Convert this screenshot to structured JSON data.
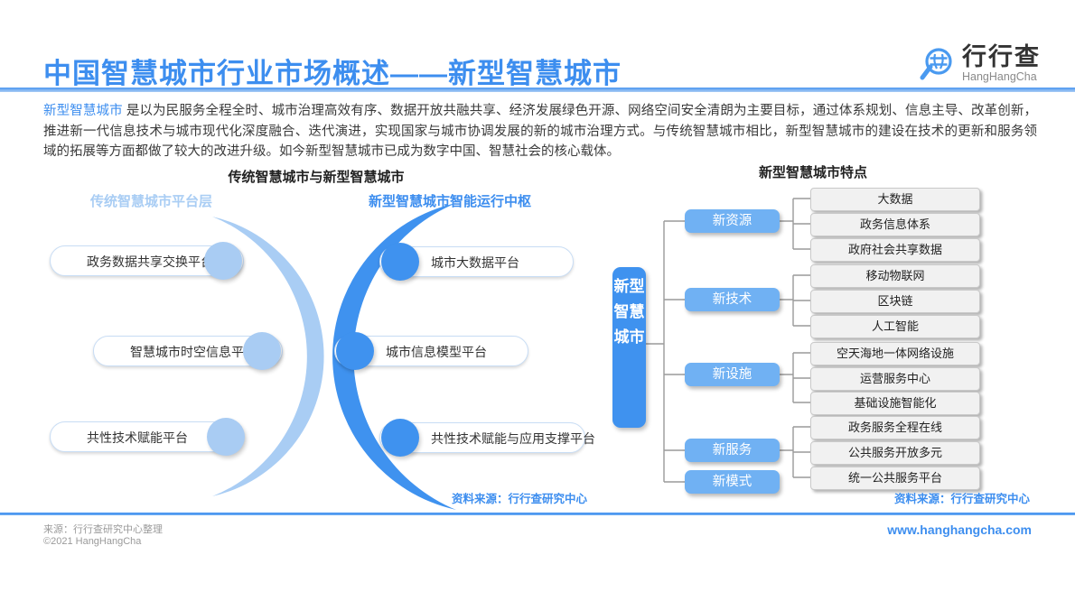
{
  "header": {
    "title": "中国智慧城市行业市场概述——新型智慧城市",
    "logo": {
      "name": "行行查",
      "subtitle": "HangHangCha"
    }
  },
  "intro": {
    "highlight": "新型智慧城市 ",
    "body": "是以为民服务全程全时、城市治理高效有序、数据开放共融共享、经济发展绿色开源、网络空间安全清朗为主要目标，通过体系规划、信息主导、改革创新，推进新一代信息技术与城市现代化深度融合、迭代演进，实现国家与城市协调发展的新的城市治理方式。与传统智慧城市相比，新型智慧城市的建设在技术的更新和服务领域的拓展等方面都做了较大的改进升级。如今新型智慧城市已成为数字中国、智慧社会的核心载体。"
  },
  "left_diagram": {
    "title": "传统智慧城市与新型智慧城市",
    "left_label": "传统智慧城市平台层",
    "right_label": "新型智慧城市智能运行中枢",
    "left_pills": [
      "政务数据共享交换平台",
      "智慧城市时空信息平台",
      "共性技术赋能平台"
    ],
    "right_pills": [
      "城市大数据平台",
      "城市信息模型平台",
      "共性技术赋能与应用支撑平台"
    ],
    "source": "资料来源：行行查研究中心"
  },
  "right_diagram": {
    "title": "新型智慧城市特点",
    "root": "新型智慧城市",
    "branches": [
      {
        "label": "新资源",
        "leaves": [
          "大数据",
          "政务信息体系",
          "政府社会共享数据"
        ]
      },
      {
        "label": "新技术",
        "leaves": [
          "移动物联网",
          "区块链",
          "人工智能"
        ]
      },
      {
        "label": "新设施",
        "leaves": [
          "空天海地一体网络设施",
          "运营服务中心",
          "基础设施智能化"
        ]
      },
      {
        "label": "新服务",
        "leaves": [
          "政务服务全程在线",
          "公共服务开放多元",
          "统一公共服务平台"
        ]
      },
      {
        "label": "新模式",
        "leaves": []
      }
    ],
    "source": "资料来源：行行查研究中心"
  },
  "footer": {
    "source_line": "来源：行行查研究中心整理",
    "copyright": "©2021 HangHangCha",
    "website": "www.hanghangcha.com"
  },
  "colors": {
    "accent_blue": "#3d8eef",
    "light_blue": "#a9ccf3",
    "branch_blue": "#70b1f3",
    "leaf_gray": "#f1f1f1"
  }
}
